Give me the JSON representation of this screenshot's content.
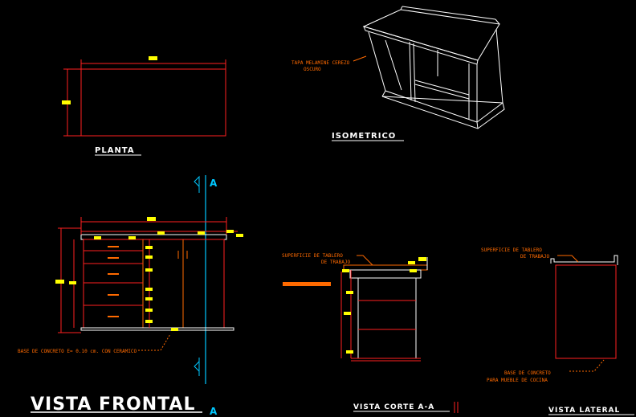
{
  "views": {
    "planta": "PLANTA",
    "isometrico": "ISOMETRICO",
    "vista_frontal": "VISTA FRONTAL",
    "vista_corte": "VISTA CORTE A-A",
    "vista_lateral": "VISTA LATERAL"
  },
  "section_marker": "A",
  "notes": {
    "tapa": [
      "TAPA MELAMINE CEREZO",
      "OSCURO"
    ],
    "superficie_corte": [
      "SUPERFICIE DE TABLERO",
      "DE TRABAJO"
    ],
    "superficie_lateral": [
      "SUPERFICIE DE TABLERO",
      "DE TRABAJO"
    ],
    "base_concreto": [
      "BASE DE CONCRETO",
      "PARA MUEBLE DE COCINA"
    ],
    "base_frontal": "BASE DE CONCRETO E= 0.10 cm. CON CERAMICO"
  },
  "colors": {
    "background": "#000000",
    "line_white": "#ffffff",
    "line_red": "#ff2020",
    "line_orange": "#ff6a00",
    "dimension_tag": "#ffff00",
    "section_line": "#00c8ff"
  }
}
